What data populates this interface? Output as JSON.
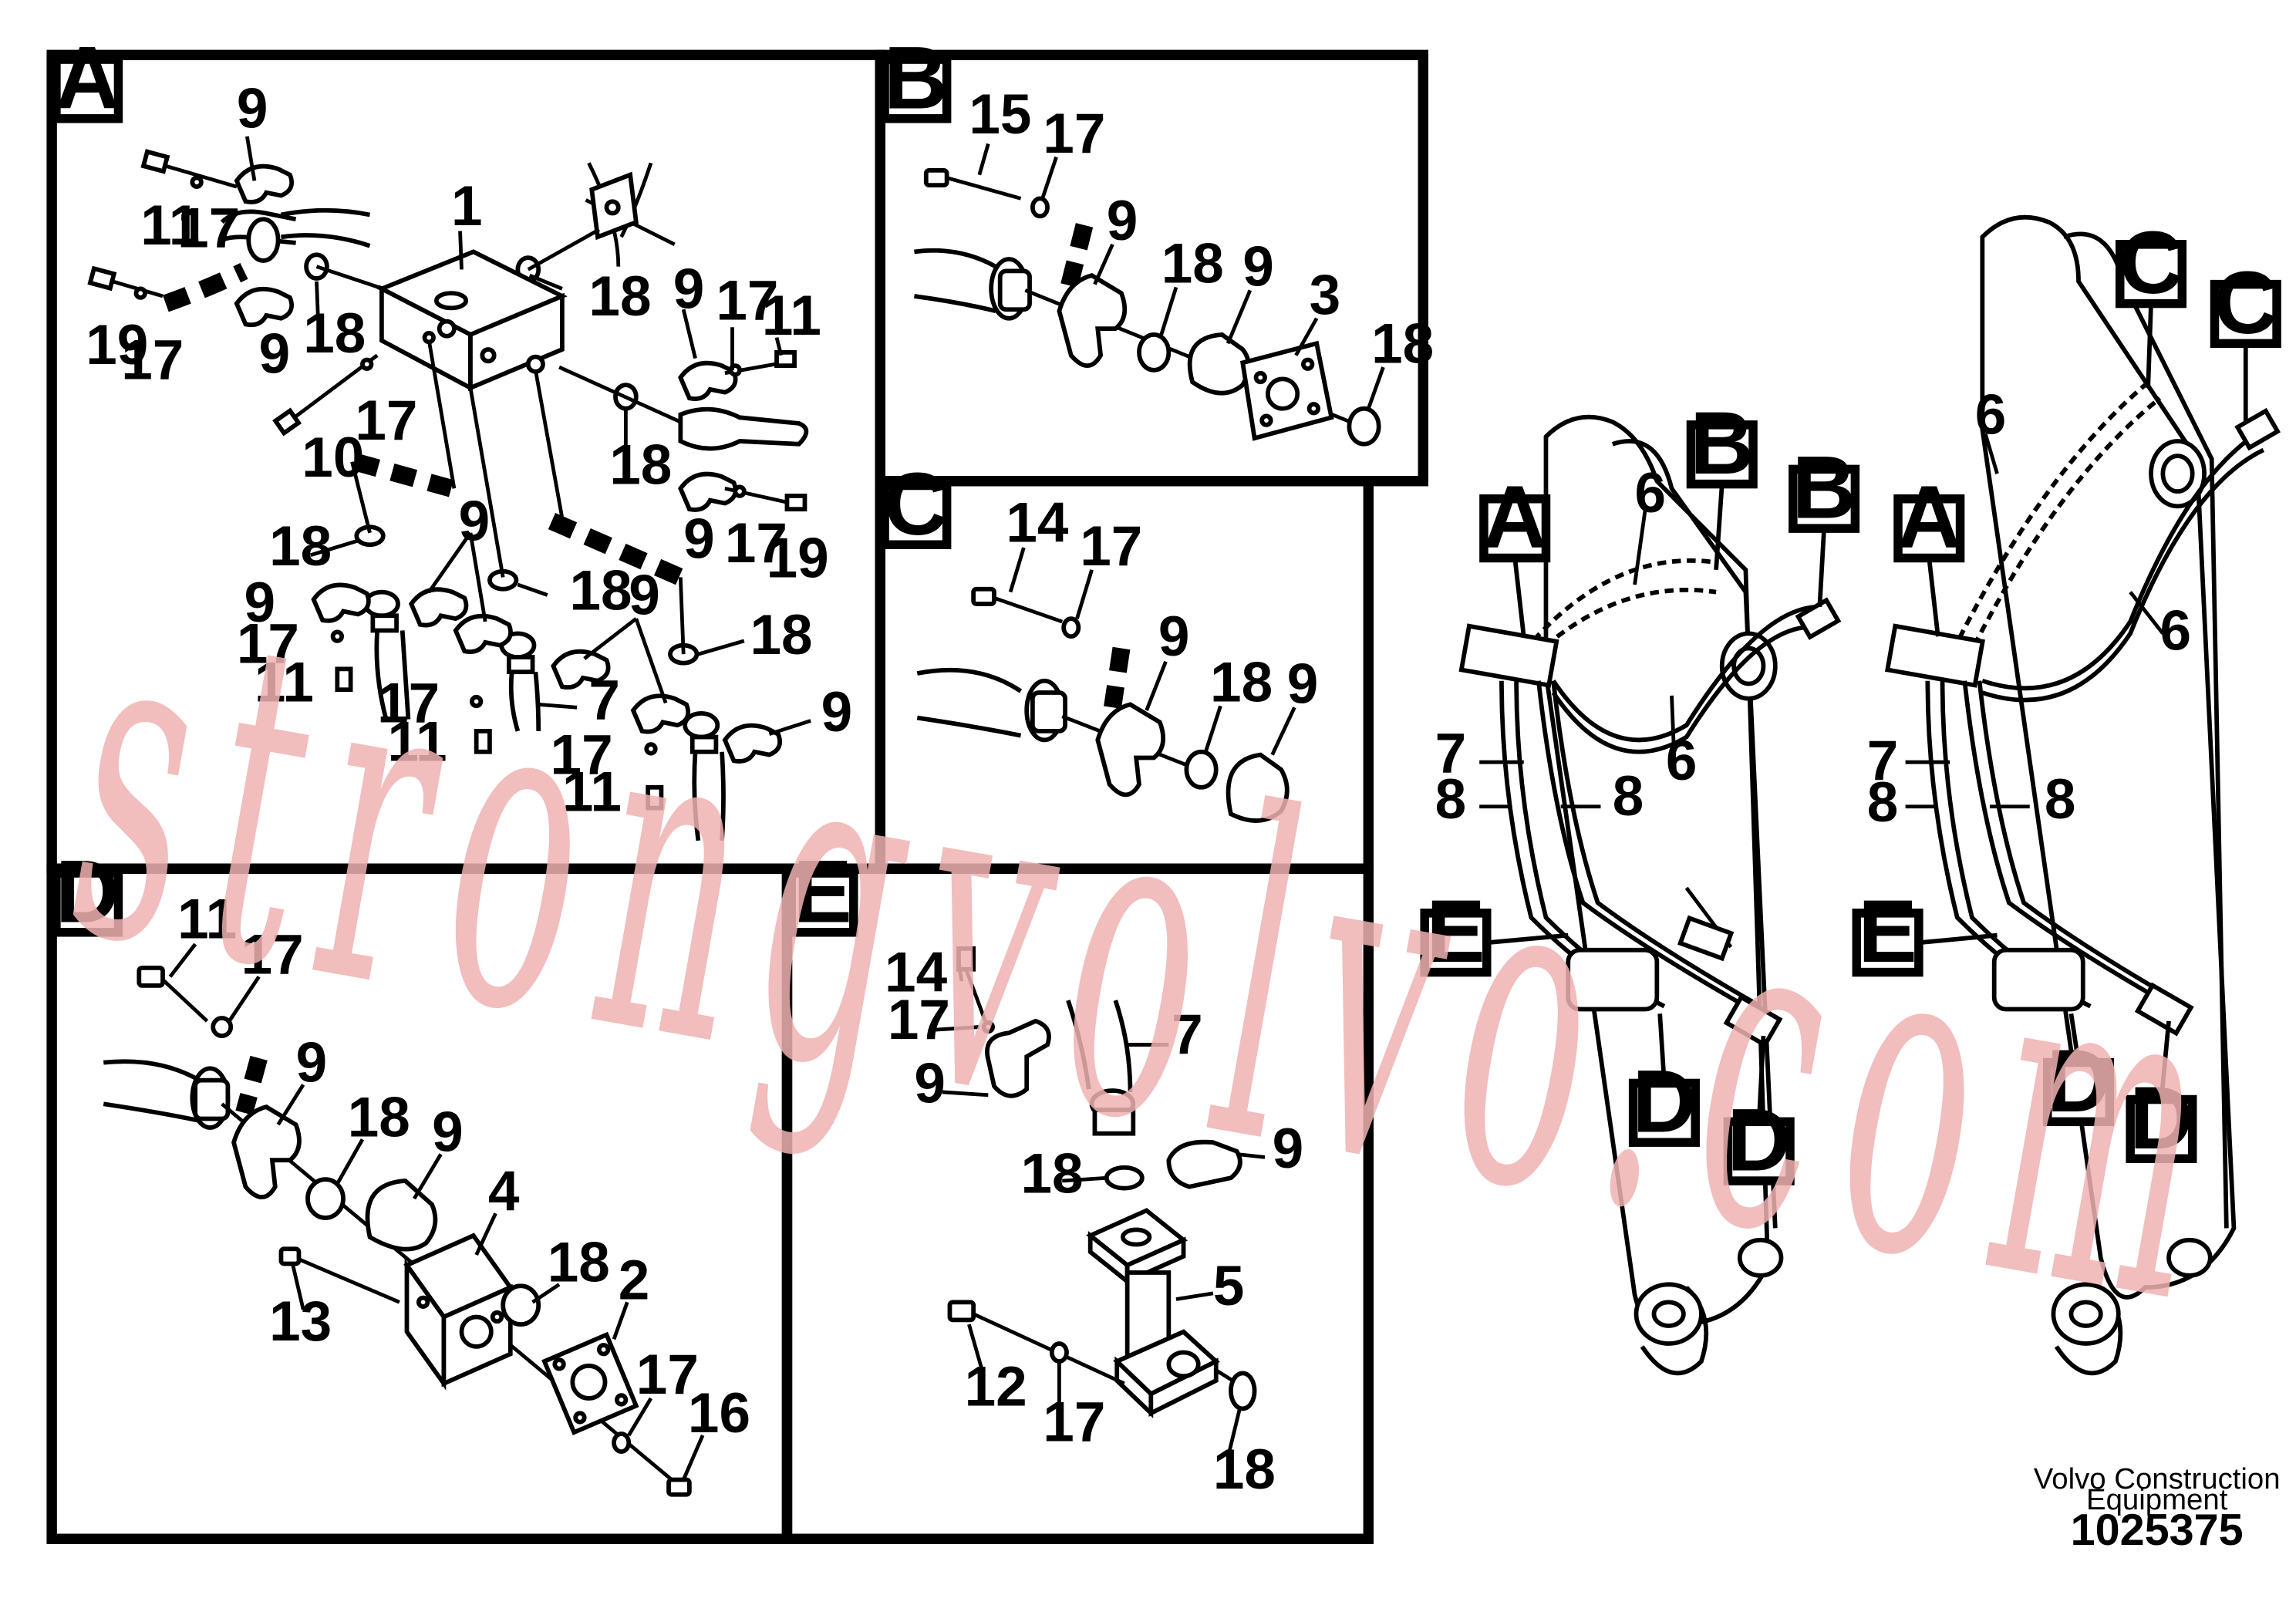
{
  "panels": {
    "A": {
      "label": "A"
    },
    "B": {
      "label": "B"
    },
    "C": {
      "label": "C"
    },
    "D": {
      "label": "D"
    },
    "E": {
      "label": "E"
    }
  },
  "overview_tags": {
    "left": [
      "A",
      "B",
      "B",
      "E",
      "D",
      "D"
    ],
    "right": [
      "A",
      "C",
      "C",
      "E",
      "D",
      "D"
    ]
  },
  "callouts": {
    "p1": "1",
    "p2": "2",
    "p3": "3",
    "p4": "4",
    "p5": "5",
    "p6": "6",
    "p7": "7",
    "p8": "8",
    "p9": "9",
    "p10": "10",
    "p11": "11",
    "p12": "12",
    "p13": "13",
    "p14": "14",
    "p15": "15",
    "p16": "16",
    "p17": "17",
    "p18": "18",
    "p19": "19"
  },
  "watermark": "strongvolvo.com",
  "brand": {
    "line1": "Volvo Construction",
    "line2": "Equipment"
  },
  "drawing_number": "1025375"
}
